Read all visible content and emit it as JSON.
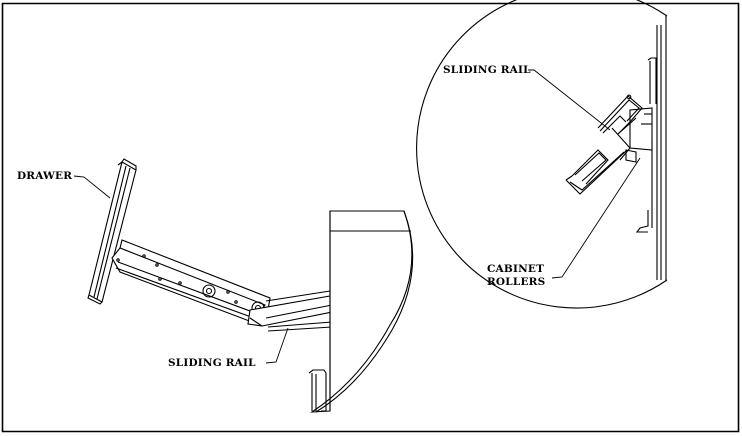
{
  "labels": {
    "drawer": "DRAWER",
    "sliding_rail_bottom": "SLIDING RAIL",
    "sliding_rail_detail": "SLIDING RAIL",
    "cabinet_rollers_line1": "CABINET",
    "cabinet_rollers_line2": "ROLLERS"
  },
  "colors": {
    "ink": "#000000",
    "paper": "#ffffff",
    "light_line": "#888888"
  }
}
